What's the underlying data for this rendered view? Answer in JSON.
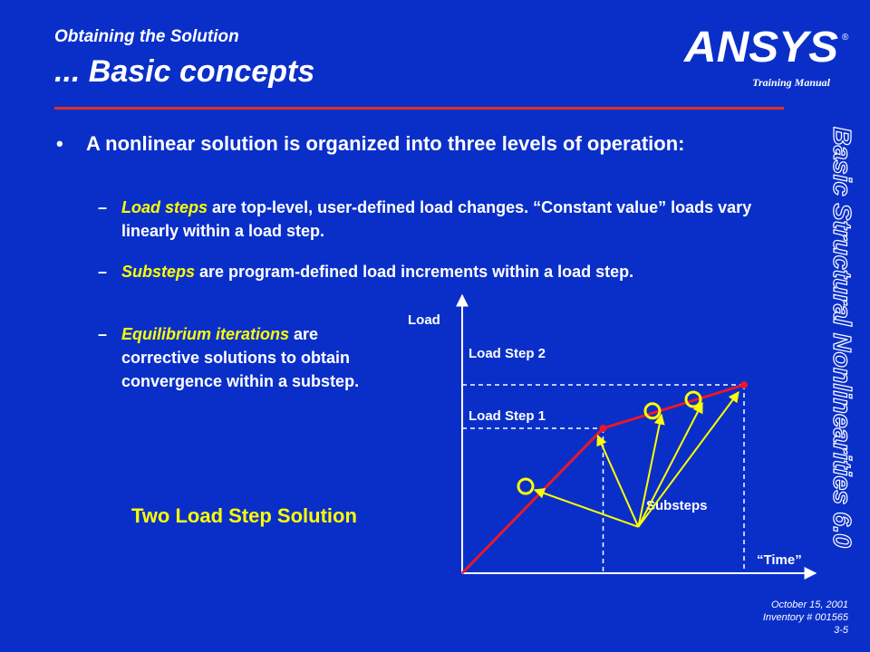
{
  "header": {
    "subtitle": "Obtaining the Solution",
    "title": "... Basic concepts",
    "logo_text": "ANSYS",
    "manual_label": "Training Manual",
    "sidebar_text": "Basic Structural Nonlinearities 6.0"
  },
  "colors": {
    "background": "#0a2fc9",
    "rule": "#e0301e",
    "keyword": "#ffff00",
    "curve": "#e8182a",
    "arrow": "#ffff00"
  },
  "body": {
    "bullet_symbol": "•",
    "bullet_text": "A nonlinear solution is organized into three levels of operation:",
    "dash_symbol": "–",
    "items": [
      {
        "keyword": "Load steps",
        "rest": " are top-level, user-defined load changes. “Constant value” loads vary linearly within a load step."
      },
      {
        "keyword": "Substeps",
        "rest": " are program-defined load increments within a load step."
      },
      {
        "keyword": "Equilibrium iterations",
        "rest": " are corrective solutions to obtain convergence within a substep."
      }
    ],
    "caption": "Two Load Step Solution"
  },
  "chart_data": {
    "type": "line",
    "ylabel": "Load",
    "xlabel": "“Time”",
    "annotations": [
      "Load Step 2",
      "Load Step 1",
      "Substeps"
    ],
    "load_steps": [
      {
        "name": "Load Step 1",
        "end_time": 1,
        "load": 1
      },
      {
        "name": "Load Step 2",
        "end_time": 2,
        "load": 1.3
      }
    ],
    "x": [
      0,
      1,
      2
    ],
    "y": [
      0,
      1,
      1.3
    ],
    "substeps": [
      {
        "t": 0.45,
        "load": 0.6
      },
      {
        "t": 1.35,
        "load": 1.12
      },
      {
        "t": 1.64,
        "load": 1.2
      }
    ],
    "xlim": [
      0,
      2.4
    ],
    "ylim": [
      0,
      1.6
    ]
  },
  "footer": {
    "date": "October 15, 2001",
    "inventory": "Inventory # 001565",
    "page": "3-5"
  }
}
